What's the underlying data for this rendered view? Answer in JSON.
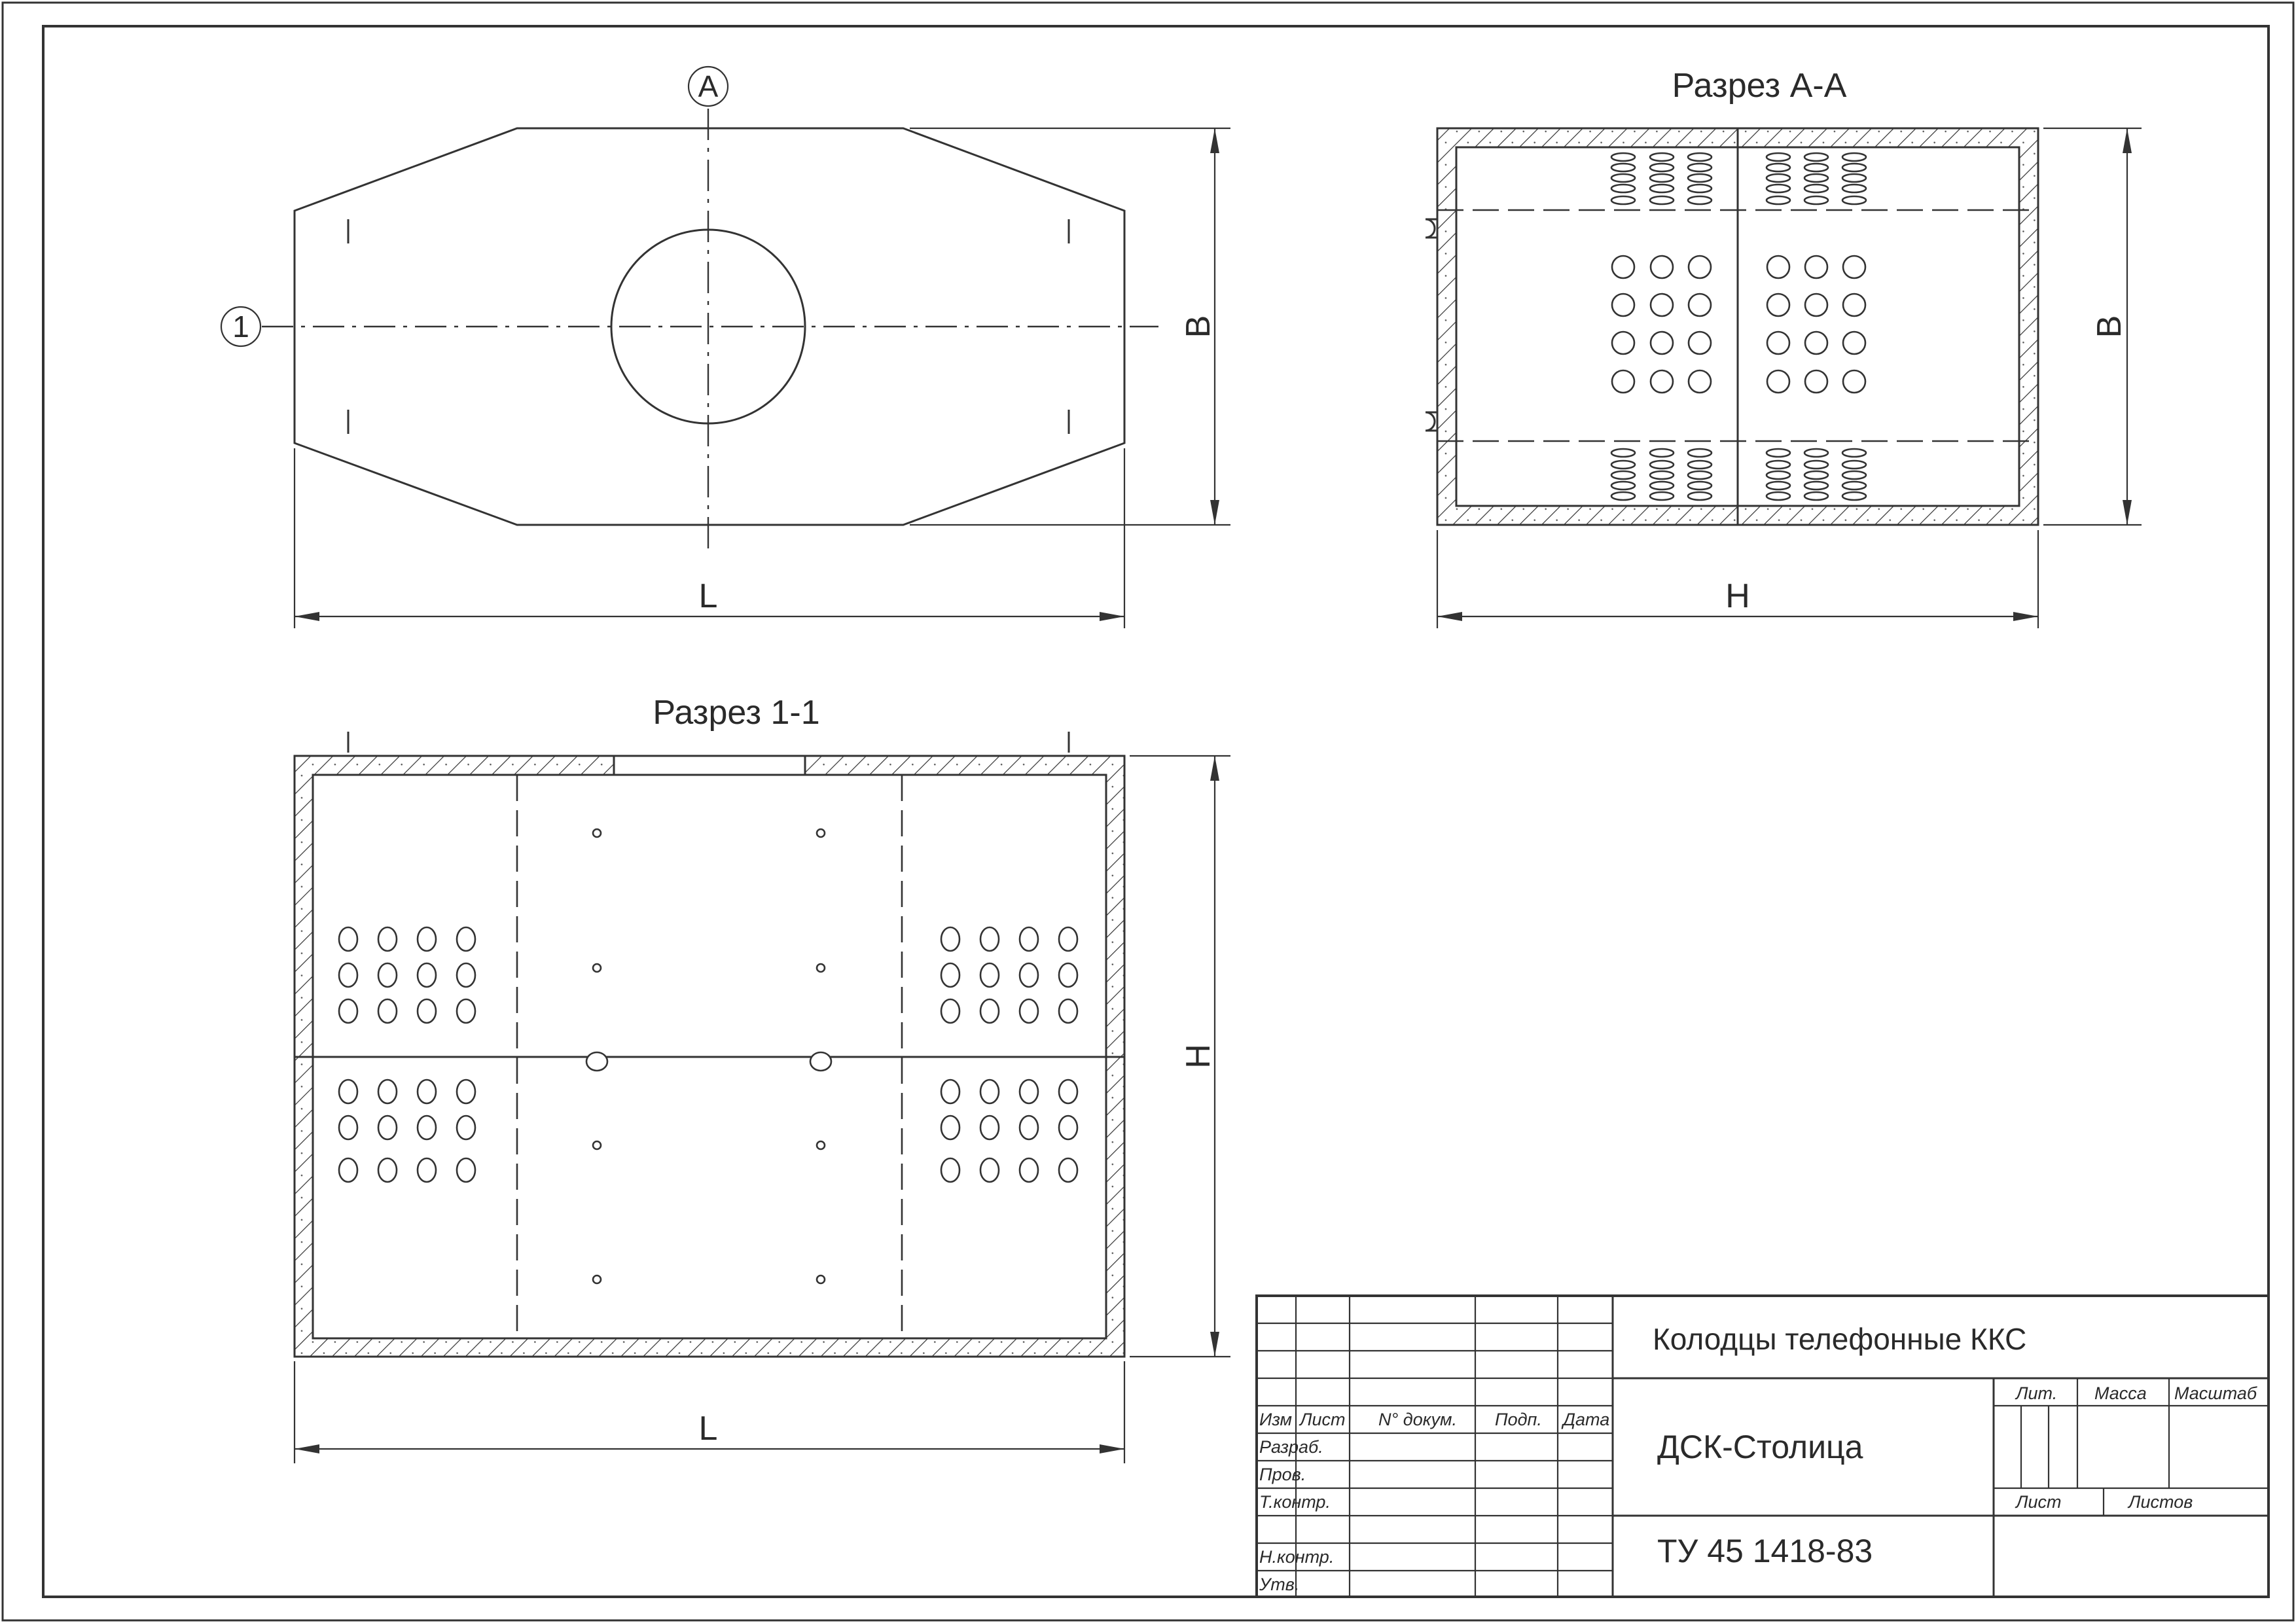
{
  "views": {
    "plan": {
      "axis_a": "A",
      "axis_1": "1",
      "dim_width": "L",
      "dim_depth": "B"
    },
    "section_aa": {
      "title": "Разрез А-А",
      "dim_height": "H",
      "dim_depth": "B"
    },
    "section_11": {
      "title": "Разрез 1-1",
      "dim_width": "L",
      "dim_height": "H"
    }
  },
  "title_block": {
    "product_name": "Колодцы телефонные ККС",
    "organization": "ДСК-Столица",
    "document_code": "ТУ 45 1418-83",
    "columns": {
      "change": "Изм",
      "sheet": "Лист",
      "doc_number": "N° докум.",
      "signature": "Подп.",
      "date": "Дата"
    },
    "roles": {
      "developed": "Разраб.",
      "checked": "Пров.",
      "tech_control": "Т.контр.",
      "norm_control": "Н.контр.",
      "approved": "Утв."
    },
    "meta": {
      "letter": "Лит.",
      "mass": "Масса",
      "scale": "Масштаб",
      "sheet": "Лист",
      "sheets": "Листов"
    }
  }
}
